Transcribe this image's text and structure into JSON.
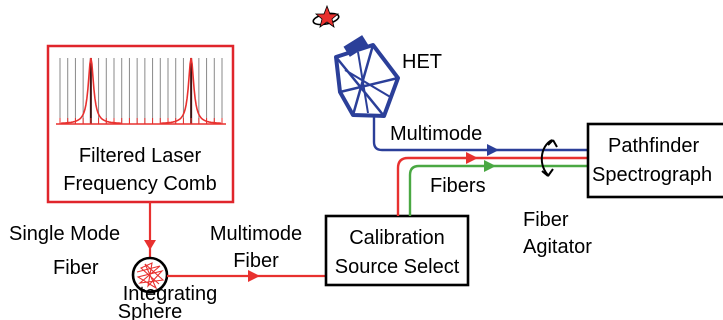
{
  "colors": {
    "laser_red": "#e8312f",
    "het_blue": "#2b3f99",
    "fiber_green": "#4aa843",
    "box_border_red": "#e0252b",
    "text": "#000000",
    "comb_grey": "#8a8a8a",
    "comb_dark": "#3a1212"
  },
  "icons": {
    "telescope": "het-telescope-icon",
    "star": "star-orbit-icon",
    "sphere": "integrating-sphere-icon",
    "agitator": "fiber-agitator-rotation-icon",
    "comb_spectrum": "comb-spectrum-icon"
  },
  "labels": {
    "het": "HET",
    "comb_line1": "Filtered Laser",
    "comb_line2": "Frequency Comb",
    "single_mode_line1": "Single Mode",
    "single_mode_line2": "Fiber",
    "multimode_fiber_line1": "Multimode",
    "multimode_fiber_line2": "Fiber",
    "integrating_line1": "Integrating",
    "integrating_line2": "Sphere",
    "calibration_line1": "Calibration",
    "calibration_line2": "Source Select",
    "multimode_top": "Multimode",
    "fibers": "Fibers",
    "agitator_line1": "Fiber",
    "agitator_line2": "Agitator",
    "pathfinder_line1": "Pathfinder",
    "pathfinder_line2": "Spectrograph"
  }
}
